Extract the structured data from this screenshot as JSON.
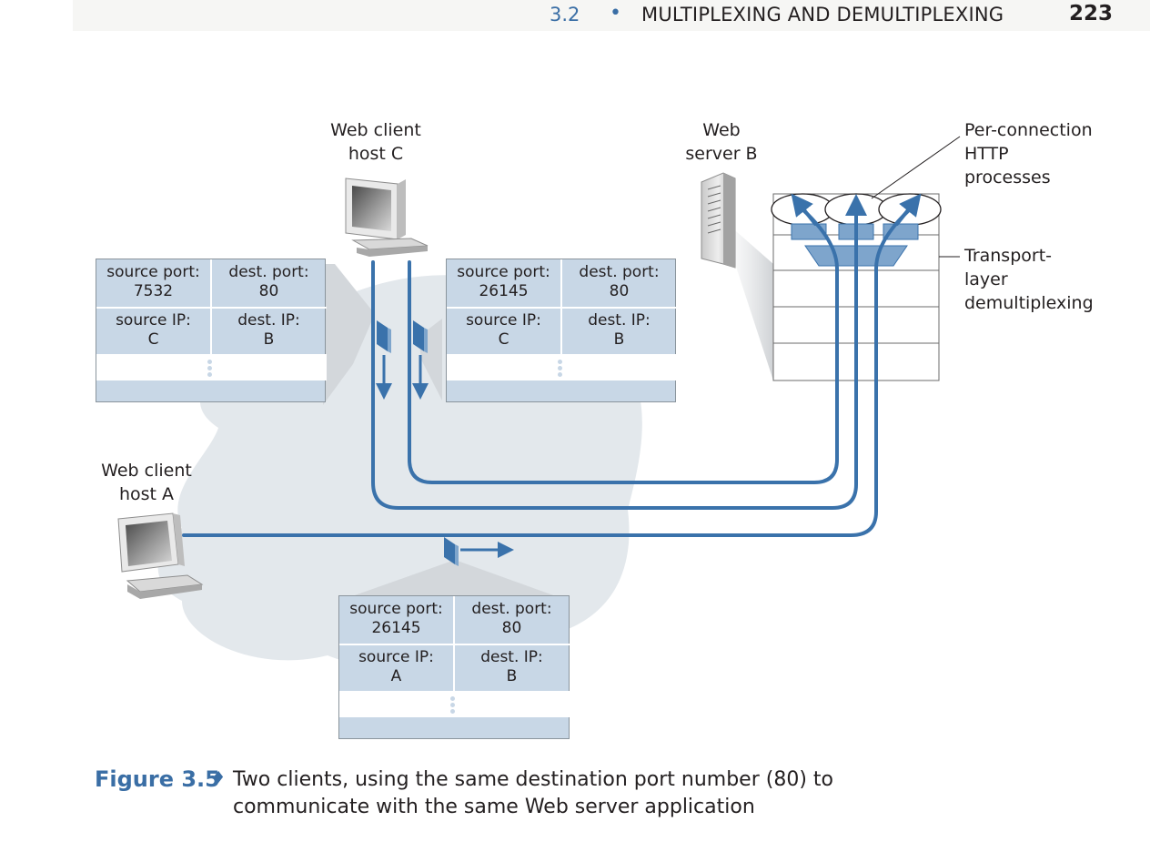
{
  "running_head": {
    "section": "3.2",
    "bullet": "•",
    "title": "MULTIPLEXING AND DEMULTIPLEXING",
    "page": "223"
  },
  "figure": {
    "host_c": {
      "line1": "Web client",
      "line2": "host C"
    },
    "host_a": {
      "line1": "Web client",
      "line2": "host A"
    },
    "server_b": {
      "line1": "Web",
      "line2": "server B"
    },
    "processes_label": {
      "line1": "Per-connection",
      "line2": "HTTP",
      "line3": "processes"
    },
    "transport_label": {
      "line1": "Transport-",
      "line2": "layer",
      "line3": "demultiplexing"
    },
    "segments": [
      {
        "source_port_label": "source port:",
        "source_port": "7532",
        "dest_port_label": "dest. port:",
        "dest_port": "80",
        "source_ip_label": "source IP:",
        "source_ip": "C",
        "dest_ip_label": "dest. IP:",
        "dest_ip": "B"
      },
      {
        "source_port_label": "source port:",
        "source_port": "26145",
        "dest_port_label": "dest. port:",
        "dest_port": "80",
        "source_ip_label": "source IP:",
        "source_ip": "C",
        "dest_ip_label": "dest. IP:",
        "dest_ip": "B"
      },
      {
        "source_port_label": "source port:",
        "source_port": "26145",
        "dest_port_label": "dest. port:",
        "dest_port": "80",
        "source_ip_label": "source IP:",
        "source_ip": "A",
        "dest_ip_label": "dest. IP:",
        "dest_ip": "B"
      }
    ],
    "colors": {
      "pipe": "#3a72ab",
      "cloud": "#e3e8ec",
      "segment_fill": "#c8d7e6",
      "process_box": "#7ea5cc"
    }
  },
  "caption": {
    "label": "Figure 3.5",
    "diamond": "♦",
    "text": "Two clients, using the same destination port number (80) to communicate with the same Web server application"
  }
}
